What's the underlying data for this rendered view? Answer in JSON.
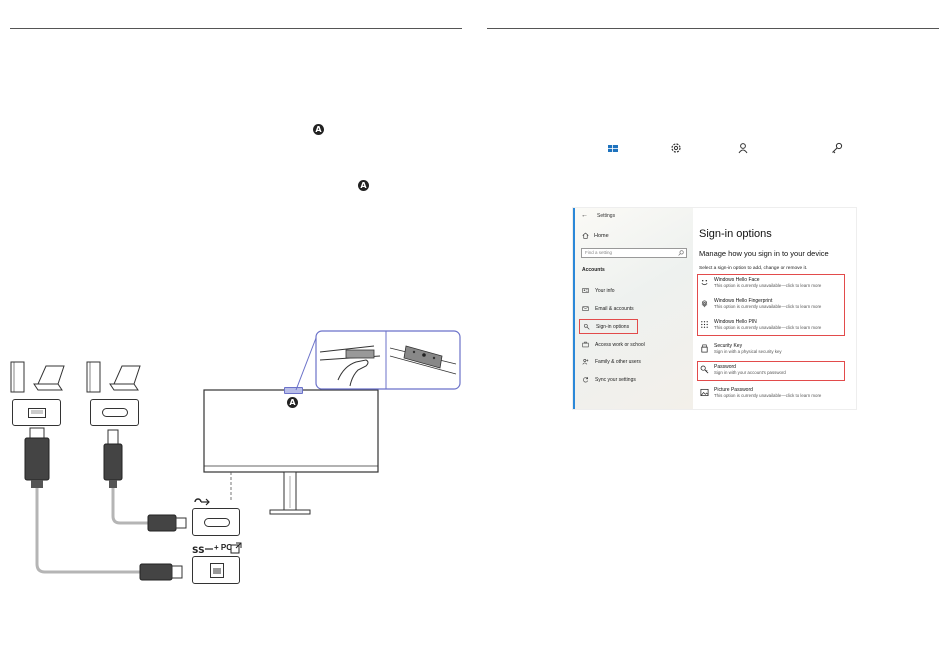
{
  "markers": {
    "a": "A"
  },
  "settings": {
    "back_glyph": "←",
    "window_title": "Settings",
    "home_label": "Home",
    "search_placeholder": "Find a setting",
    "section_label": "Accounts",
    "nav_items": [
      {
        "label": "Your info",
        "icon": "person-card-icon"
      },
      {
        "label": "Email & accounts",
        "icon": "mail-icon"
      },
      {
        "label": "Sign-in options",
        "icon": "key-icon",
        "active": true
      },
      {
        "label": "Access work or school",
        "icon": "briefcase-icon"
      },
      {
        "label": "Family & other users",
        "icon": "people-icon"
      },
      {
        "label": "Sync your settings",
        "icon": "sync-icon"
      }
    ],
    "page_title": "Sign-in options",
    "page_subtitle": "Manage how you sign in to your device",
    "page_hint": "Select a sign-in option to add, change or remove it.",
    "options": [
      {
        "title": "Windows Hello Face",
        "desc": "This option is currently unavailable—click to learn more",
        "icon": "face-icon"
      },
      {
        "title": "Windows Hello Fingerprint",
        "desc": "This option is currently unavailable—click to learn more",
        "icon": "fingerprint-icon"
      },
      {
        "title": "Windows Hello PIN",
        "desc": "This option is currently unavailable—click to learn more",
        "icon": "pin-keypad-icon"
      },
      {
        "title": "Security Key",
        "desc": "Sign in with a physical security key",
        "icon": "usb-key-icon"
      },
      {
        "title": "Password",
        "desc": "Sign in with your account's password",
        "icon": "password-key-icon"
      },
      {
        "title": "Picture Password",
        "desc": "This option is currently unavailable—click to learn more",
        "icon": "picture-icon"
      }
    ]
  },
  "diagram": {
    "port_label_pc": "+ PC",
    "colors": {
      "accent": "#6b72c9",
      "stroke": "#333333",
      "cable_gray": "#b5b5b5"
    }
  }
}
